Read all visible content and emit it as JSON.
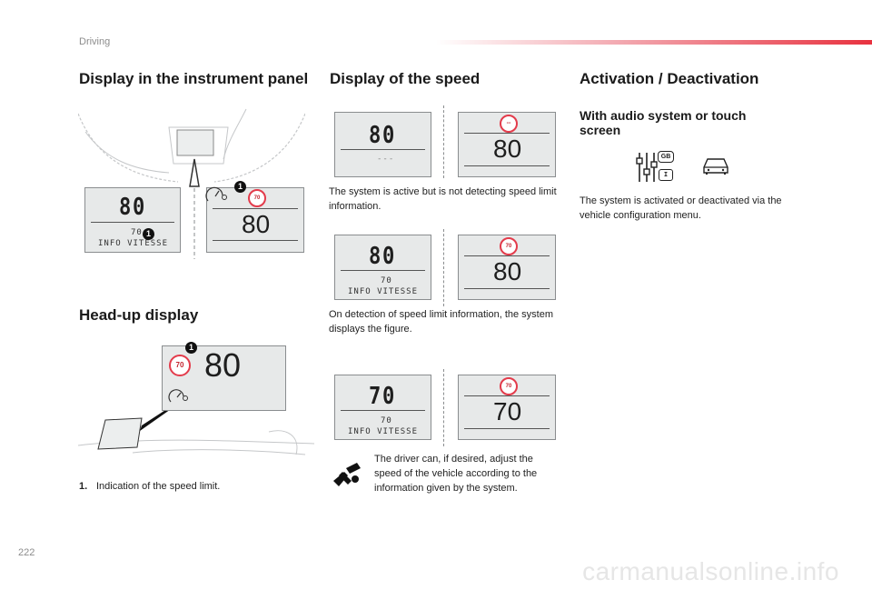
{
  "header": {
    "section": "Driving"
  },
  "page_number": "222",
  "footer_url": "carmanualsonline.info",
  "col1": {
    "title": "Display in the instrument panel",
    "instrument": {
      "screen_value": "80",
      "screen_small": "70",
      "screen_info": "INFO VITESSE",
      "callout": "1",
      "sign": "70",
      "right_value": "80"
    },
    "hud_title": "Head-up display",
    "hud": {
      "callout": "1",
      "sign": "70",
      "value": "80"
    },
    "legend": {
      "number": "1.",
      "text": "Indication of the speed limit."
    }
  },
  "col2": {
    "title": "Display of the speed",
    "row1": {
      "left_value": "80",
      "left_sub": "---",
      "sign": "--",
      "right_value": "80",
      "caption": "The system is active but is not detecting speed limit information."
    },
    "row2": {
      "left_value": "80",
      "left_small": "70",
      "left_info": "INFO VITESSE",
      "sign": "70",
      "right_value": "80",
      "caption": "On detection of speed limit information, the system displays the figure."
    },
    "row3": {
      "left_value": "70",
      "left_small": "70",
      "left_info": "INFO VITESSE",
      "sign": "70",
      "right_value": "70",
      "caption": "The driver can, if desired, adjust the speed of the vehicle according to the information given by the system."
    }
  },
  "col3": {
    "title": "Activation / Deactivation",
    "subtitle": "With audio system or touch screen",
    "icon_badge_gb": "GB",
    "icon_badge_i": "I",
    "text": "The system is activated or deactivated via the vehicle configuration menu."
  },
  "colors": {
    "accent": "#e8323f",
    "sign_red": "#e33b4b",
    "screen_bg": "#e7e9e9"
  }
}
